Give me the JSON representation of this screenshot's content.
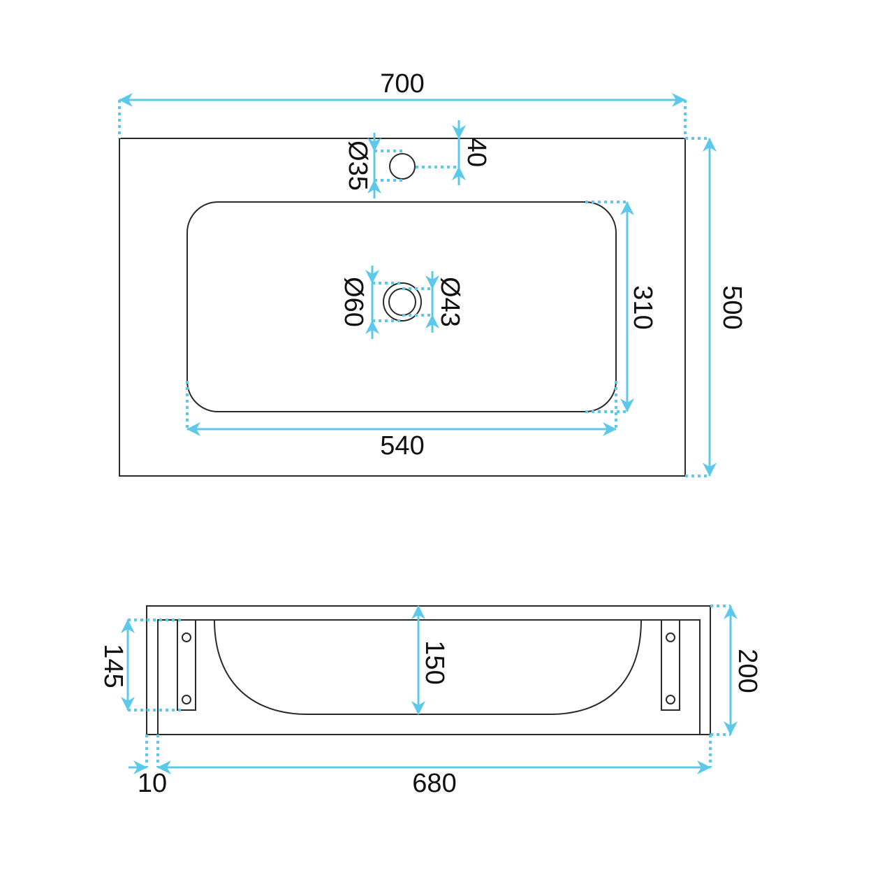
{
  "top_view": {
    "overall_width": "700",
    "overall_depth": "500",
    "tap_hole_diameter": "Ø35",
    "tap_hole_offset": "40",
    "basin_length": "540",
    "basin_width": "310",
    "drain_outer_diameter": "Ø60",
    "drain_inner_diameter": "Ø43"
  },
  "front_view": {
    "overall_height": "200",
    "basin_depth": "150",
    "bracket_height": "145",
    "wall_gap": "10",
    "inner_width": "680"
  },
  "colors": {
    "outline": "#2a2a2a",
    "dimension": "#5cc8ea",
    "text": "#111111"
  }
}
